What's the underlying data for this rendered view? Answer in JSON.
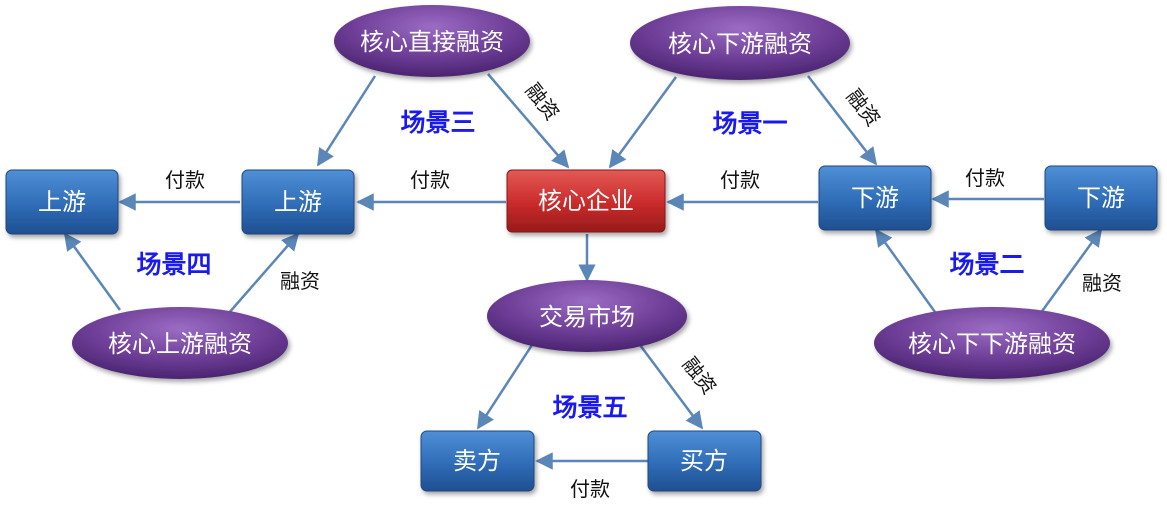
{
  "colors": {
    "box": "#2e6cb5",
    "core_box": "#cc2b2b",
    "ellipse": "#6a3a92",
    "arrow": "#5b86b8",
    "scene": "#1a1aee"
  },
  "nodes": {
    "upstream_far": "上游",
    "upstream": "上游",
    "core": "核心企业",
    "downstream": "下游",
    "downstream_far": "下游",
    "market": "交易市场",
    "seller": "卖方",
    "buyer": "买方",
    "core_direct_financing": "核心直接融资",
    "core_downstream_financing": "核心下游融资",
    "core_upstream_financing": "核心上游融资",
    "core_down_down_financing": "核心下下游融资"
  },
  "edge_labels": {
    "pay_up_far": "付款",
    "pay_up": "付款",
    "pay_core": "付款",
    "pay_down_far": "付款",
    "pay_buyer": "付款",
    "fin_direct": "融资",
    "fin_down": "融资",
    "fin_up": "融资",
    "fin_down_down": "融资",
    "fin_market": "融资"
  },
  "scenes": {
    "one": "场景一",
    "two": "场景二",
    "three": "场景三",
    "four": "场景四",
    "five": "场景五"
  }
}
